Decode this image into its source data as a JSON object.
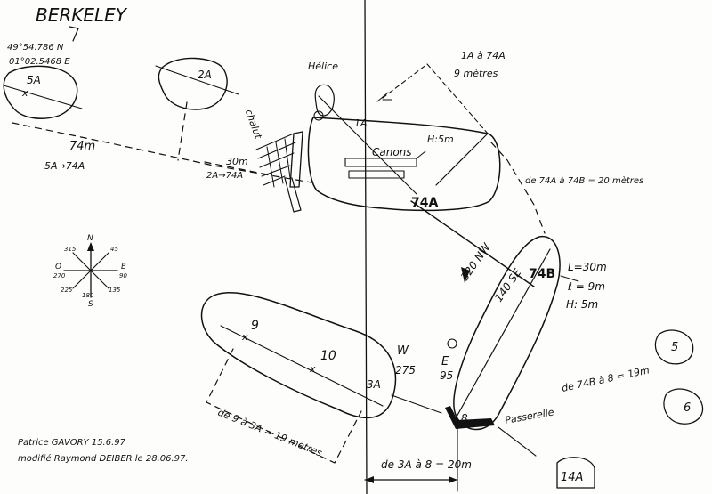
{
  "title": "BERKELEY",
  "coordinates": {
    "lat": "49°54.786 N",
    "lon": "01°02.5468 E"
  },
  "labels": {
    "wreck_5a": "5A",
    "wreck_2a": "2A",
    "helice": "Hélice",
    "chalut": "chalut",
    "a1": "1A",
    "canons": "Canons",
    "h5m": "H:5m",
    "a74": "74A",
    "label_1a_74a": "1A à 74A",
    "label_9m": "9 mètres",
    "dist_74m": "74m",
    "label_5a_74a": "5A→74A",
    "dist_30m": "30m",
    "label_2a_74a": "2A→74A",
    "label_74a_74b": "de 74A à 74B = 20 mètres",
    "bearing_320": "320 NW",
    "bearing_140": "140 SE",
    "b74": "74B",
    "dim_l": "L=30m",
    "dim_l2": "ℓ = 9m",
    "dim_h": "H: 5m",
    "rock_5": "5",
    "rock_6": "6",
    "rock_14a": "14A",
    "label_74b_8": "de 74B à 8 = 19m",
    "passerelle": "Passerelle",
    "num_9": "9",
    "num_10": "10",
    "num_3a": "3A",
    "w_label": "W",
    "w_bearing": "275",
    "e_label": "E",
    "e_bearing": "95",
    "num_8": "8",
    "label_9_3a": "de 9 à 3A = 19 mètres",
    "label_3a_8": "de 3A à 8 = 20m",
    "credit1": "Patrice GAVORY 15.6.97",
    "credit2": "modifié Raymond DEIBER le 28.06.97."
  },
  "compass": {
    "n": "N",
    "s": "S",
    "e": "E",
    "o": "O",
    "d45": "45",
    "d315": "315",
    "d225": "225",
    "d135": "135",
    "d90": "90",
    "d270": "270",
    "d180": "180"
  }
}
